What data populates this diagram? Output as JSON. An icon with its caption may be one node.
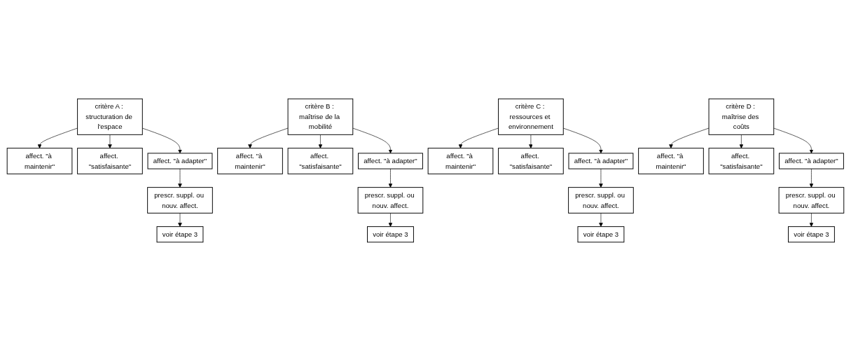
{
  "diagram": {
    "nodes": [
      {
        "text": [
          "critère A : structuration de l'espace"
        ]
      },
      {
        "text": [
          "critère B : maîtrise de la mobilité"
        ]
      },
      {
        "text": [
          "critère C : ressources et environnement"
        ]
      },
      {
        "text": [
          "critère D : maîtrise des coûts"
        ]
      },
      {
        "text": [
          "affect. \"à maintenir\""
        ]
      },
      {
        "text": [
          "affect. \"satisfaisante\""
        ]
      },
      {
        "text": [
          "affect. \"à adapter\""
        ]
      },
      {
        "text": [
          "affect. \"à maintenir\""
        ]
      },
      {
        "text": [
          "affect. \"satisfaisante\""
        ]
      },
      {
        "text": [
          "affect. \"à adapter\""
        ]
      },
      {
        "text": [
          "affect. \"à maintenir\""
        ]
      },
      {
        "text": [
          "affect. \"satisfaisante\""
        ]
      },
      {
        "text": [
          "affect. \"à adapter\""
        ]
      },
      {
        "text": [
          "affect. \"à maintenir\""
        ]
      },
      {
        "text": [
          "affect. \"satisfaisante\""
        ]
      },
      {
        "text": [
          "affect. \"à adapter\""
        ]
      },
      {
        "text": [
          "prescr. suppl. ou nouv. affect."
        ]
      },
      {
        "text": [
          "prescr. suppl. ou nouv. affect."
        ]
      },
      {
        "text": [
          "prescr. suppl. ou nouv. affect."
        ]
      },
      {
        "text": [
          "prescr. suppl. ou nouv. affect."
        ]
      },
      {
        "text": [
          "voir étape 3"
        ]
      },
      {
        "text": [
          "voir étape 3"
        ]
      },
      {
        "text": [
          "voir étape 3"
        ]
      },
      {
        "text": [
          "voir étape 3"
        ]
      }
    ],
    "edges": [
      {
        "from": 0,
        "to": 4,
        "arrow": "to"
      },
      {
        "from": 0,
        "to": 5,
        "arrow": "to"
      },
      {
        "from": 0,
        "to": 6,
        "arrow": "to"
      },
      {
        "from": 1,
        "to": 7,
        "arrow": "to"
      },
      {
        "from": 1,
        "to": 8,
        "arrow": "to"
      },
      {
        "from": 1,
        "to": 9,
        "arrow": "to"
      },
      {
        "from": 2,
        "to": 10,
        "arrow": "to"
      },
      {
        "from": 2,
        "to": 11,
        "arrow": "to"
      },
      {
        "from": 2,
        "to": 12,
        "arrow": "to"
      },
      {
        "from": 3,
        "to": 13,
        "arrow": "to"
      },
      {
        "from": 3,
        "to": 14,
        "arrow": "to"
      },
      {
        "from": 3,
        "to": 15,
        "arrow": "to"
      },
      {
        "from": 6,
        "to": 16,
        "arrow": "to"
      },
      {
        "from": 9,
        "to": 17,
        "arrow": "to"
      },
      {
        "from": 12,
        "to": 18,
        "arrow": "to"
      },
      {
        "from": 15,
        "to": 19,
        "arrow": "to"
      },
      {
        "from": 16,
        "to": 20,
        "arrow": "to"
      },
      {
        "from": 17,
        "to": 21,
        "arrow": "to"
      },
      {
        "from": 18,
        "to": 22,
        "arrow": "to"
      },
      {
        "from": 19,
        "to": 23,
        "arrow": "to"
      }
    ]
  }
}
